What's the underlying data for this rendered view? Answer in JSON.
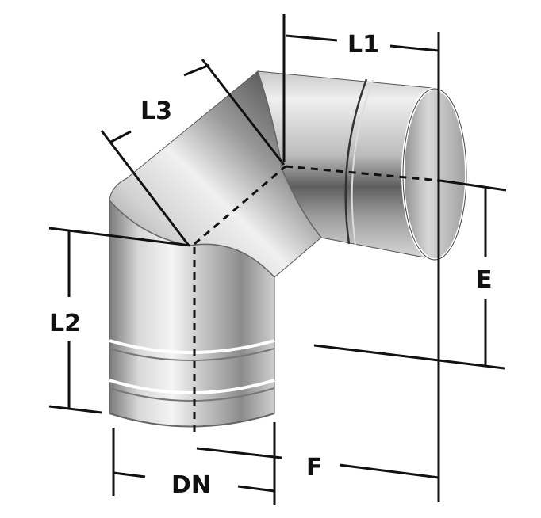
{
  "labels": {
    "l1": "L1",
    "l2": "L2",
    "l3": "L3",
    "e": "E",
    "f": "F",
    "dn": "DN"
  },
  "colors": {
    "metal_light": "#e6e6e6",
    "metal_mid": "#b8b8b8",
    "metal_dark": "#6f6f6f",
    "outline": "#111111"
  }
}
